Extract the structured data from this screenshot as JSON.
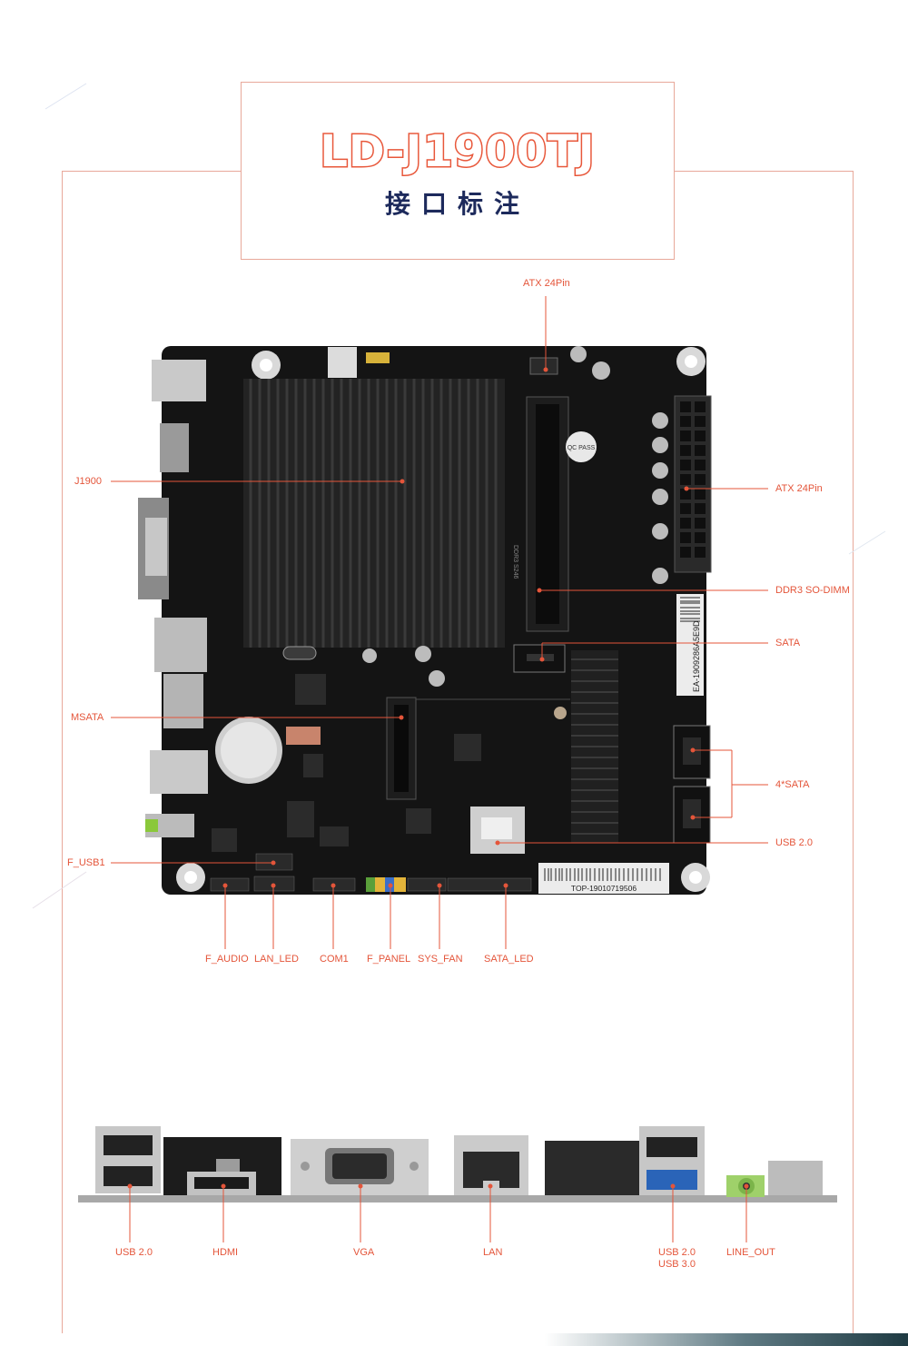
{
  "title": {
    "model": "LD-J1900TJ",
    "subtitle": "接口标注"
  },
  "labels": {
    "atx_top": "ATX 24Pin",
    "atx_right": "ATX 24Pin",
    "j1900": "J1900",
    "ddr3": "DDR3  SO-DIMM",
    "sata": "SATA",
    "msata": "MSATA",
    "sata4": "4*SATA",
    "usb_right": "USB 2.0",
    "f_usb1": "F_USB1",
    "f_audio": "F_AUDIO",
    "lan_led": "LAN_LED",
    "com1": "COM1",
    "f_panel": "F_PANEL",
    "sys_fan": "SYS_FAN",
    "sata_led": "SATA_LED"
  },
  "io_labels": {
    "usb": "USB 2.0",
    "hdmi": "HDMI",
    "vga": "VGA",
    "lan": "LAN",
    "usb23_line1": "USB 2.0",
    "usb23_line2": "USB 3.0",
    "line_out": "LINE_OUT"
  },
  "board_text": {
    "sticker": "TOP-19010719506",
    "side_sticker": "EA-1909286A5E9D",
    "ddr_marking": "DDR3 S246",
    "pass_tag": "QC PASS"
  },
  "colors": {
    "accent": "#e4553a",
    "frame": "#e8a89a",
    "title_text": "#1d2a5c",
    "board": "#141414"
  }
}
